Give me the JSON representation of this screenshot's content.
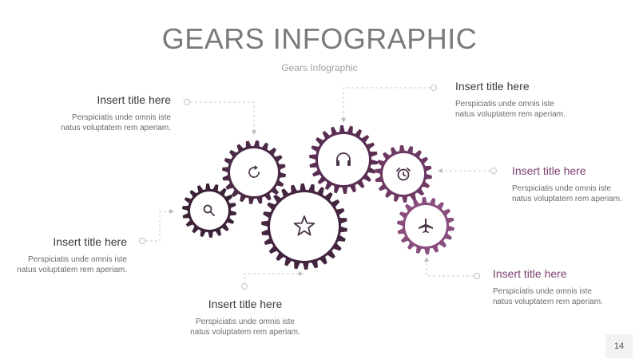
{
  "header": {
    "title": "GEARS INFOGRAPHIC",
    "subtitle": "Gears Infographic"
  },
  "items": [
    {
      "title": "Insert title here",
      "body": "Perspiciatis unde omnis iste natus voluptatem rem aperiam."
    },
    {
      "title": "Insert title here",
      "body": "Perspiciatis unde omnis iste natus voluptatem rem aperiam."
    },
    {
      "title": "Insert title here",
      "body": "Perspiciatis unde omnis iste natus voluptatem rem aperiam."
    },
    {
      "title": "Insert title here",
      "body": "Perspiciatis unde omnis iste natus voluptatem rem aperiam."
    },
    {
      "title": "Insert title here",
      "body": "Perspiciatis unde omnis iste natus voluptatem rem aperiam."
    },
    {
      "title": "Insert title here",
      "body": "Perspiciatis unde omnis iste natus voluptatem rem aperiam."
    }
  ],
  "gears": [
    {
      "icon": "refresh-icon",
      "color": "#4a2a44"
    },
    {
      "icon": "search-icon",
      "color": "#3b2237"
    },
    {
      "icon": "star-icon",
      "color": "#43253f"
    },
    {
      "icon": "headphones-icon",
      "color": "#5a2e52"
    },
    {
      "icon": "alarm-clock-icon",
      "color": "#6e3a64"
    },
    {
      "icon": "airplane-icon",
      "color": "#8a4e7e"
    }
  ],
  "page_number": "14"
}
